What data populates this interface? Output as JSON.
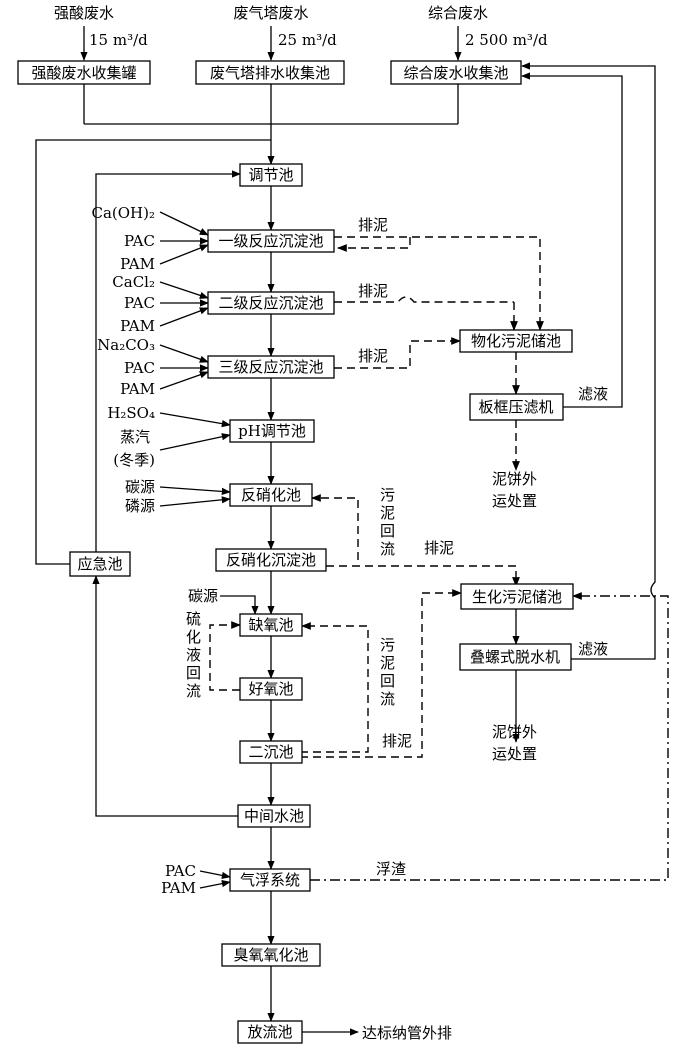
{
  "sources": [
    {
      "name": "强酸废水",
      "flow": "15 m³/d"
    },
    {
      "name": "废气塔废水",
      "flow": "25 m³/d"
    },
    {
      "name": "综合废水",
      "flow": "2 500 m³/d"
    }
  ],
  "units": {
    "acid_tank": "强酸废水收集罐",
    "tower_pool": "废气塔排水收集池",
    "combined_pool": "综合废水收集池",
    "regulating": "调节池",
    "reactor1": "一级反应沉淀池",
    "reactor2": "二级反应沉淀池",
    "reactor3": "三级反应沉淀池",
    "ph": "pH调节池",
    "denitrify": "反硝化池",
    "denitrify_settle": "反硝化沉淀池",
    "anoxic": "缺氧池",
    "aerobic": "好氧池",
    "secondary": "二沉池",
    "intermediate": "中间水池",
    "flotation": "气浮系统",
    "ozone": "臭氧氧化池",
    "discharge": "放流池",
    "emergency": "应急池",
    "chem_sludge": "物化污泥储池",
    "filter_press": "板框压滤机",
    "bio_sludge": "生化污泥储池",
    "screw_press": "叠螺式脱水机"
  },
  "chemicals": {
    "r1": [
      "Ca(OH)₂",
      "PAC",
      "PAM"
    ],
    "r2": [
      "CaCl₂",
      "PAC",
      "PAM"
    ],
    "r3": [
      "Na₂CO₃",
      "PAC",
      "PAM"
    ],
    "ph": [
      "H₂SO₄",
      "蒸汽",
      "(冬季)"
    ],
    "denitrify": [
      "碳源",
      "磷源"
    ],
    "anoxic": "碳源",
    "flotation": [
      "PAC",
      "PAM"
    ]
  },
  "annotations": {
    "sludge_out": "排泥",
    "filtrate": "滤液",
    "cake_line1": "泥饼外",
    "cake_line2": "运处置",
    "sludge_return_chars": [
      "污",
      "泥",
      "回",
      "流"
    ],
    "nitrate_return_chars": [
      "硫",
      "化",
      "液",
      "回",
      "流"
    ],
    "scum": "浮渣",
    "final": "达标纳管外排"
  }
}
